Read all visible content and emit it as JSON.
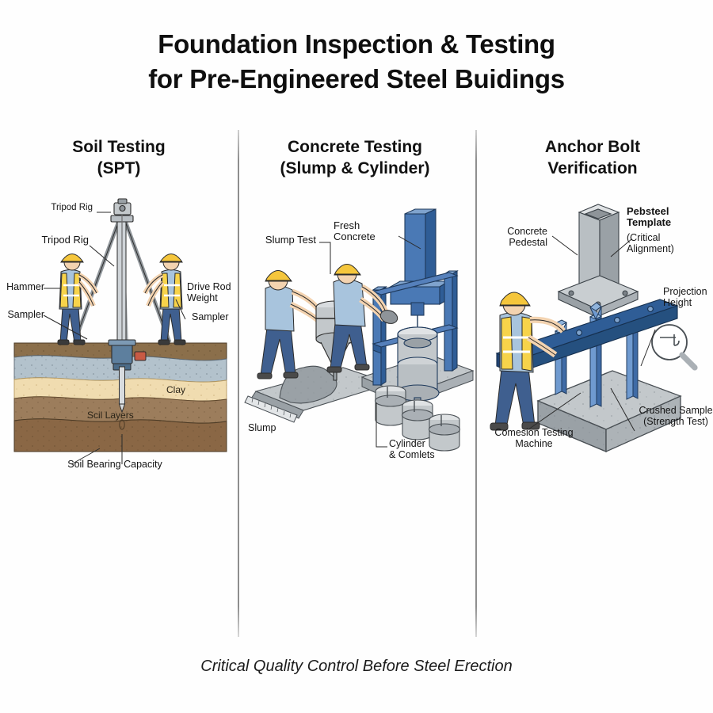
{
  "title": {
    "line1": "Foundation Inspection & Testing",
    "line2": "for Pre-Engineered Steel Buidings"
  },
  "footer": {
    "text": "Critical Quality Control Before Steel Erection"
  },
  "columns": [
    {
      "id": "soil-testing",
      "heading_line1": "Soil Testing",
      "heading_line2": "(SPT)",
      "labels": {
        "tripod_rig_top": "Tripod Rig",
        "tripod_rig_mid": "Tripod Rig",
        "hammer": "Hammer",
        "sampler_left": "Sampler",
        "drive_rod_weight": "Drive Rod\nWeight",
        "sampler_right": "Sampler",
        "clay": "Clay",
        "soil_layers": "Scil Layers",
        "soil_bearing_capacity": "Soil Bearing Capacity"
      }
    },
    {
      "id": "concrete-testing",
      "heading_line1": "Concrete Testing",
      "heading_line2": "(Slump & Cylinder)",
      "labels": {
        "slump_test": "Slump Test",
        "fresh_concrete": "Fresh\nConcrete",
        "slump": "Slump",
        "cylinder_cones": "Cylinder\n& Comlets"
      }
    },
    {
      "id": "anchor-bolt-verification",
      "heading_line1": "Anchor Bolt",
      "heading_line2": "Verification",
      "labels": {
        "concrete_pedestal": "Concrete\nPedestal",
        "pebsteel_template": "Pebsteel\nTemplate",
        "pebsteel_template_sub": "(Critical\nAlignment)",
        "projection_height": "Projection\nHeight",
        "compression_testing_machine": "Comesion Testing\nMachine",
        "crushed_sample": "Crushed Sample\n(Strength Test)"
      }
    }
  ],
  "colors": {
    "background": "#fefefe",
    "text": "#141414",
    "divider": "#8e8e8e",
    "soil_topsoil": "#8b6f4b",
    "soil_gravel_blue": "#b3c2cc",
    "soil_sand": "#f0dcb0",
    "soil_mid_brown": "#9c7d5c",
    "soil_deep_brown": "#8a6745",
    "steel_blue_dark": "#2f5d96",
    "steel_blue": "#4a79b5",
    "steel_blue_light": "#7fa3cd",
    "concrete_gray": "#c3c8cb",
    "concrete_gray_dark": "#9aa1a6",
    "helmet_yellow": "#f5c63c",
    "vest_yellow": "#f7d34a",
    "shirt_blue": "#a8c4dd",
    "jeans_blue": "#3f5f8f",
    "skin": "#f3d3b0",
    "outline": "#2b2b2b"
  }
}
